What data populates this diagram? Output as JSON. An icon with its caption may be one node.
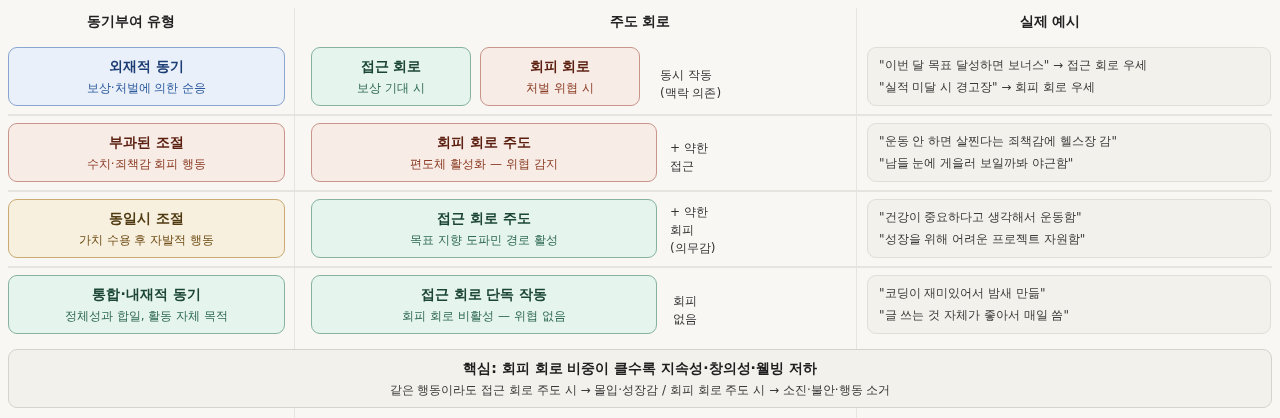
{
  "diagram": {
    "nodes": [
      {
        "text": [
          "외재적 동기",
          "보상·처벌에 의한 순응"
        ]
      },
      {
        "text": [
          "접근 회로",
          "보상 기대 시"
        ]
      },
      {
        "text": [
          "회피 회로",
          "처벌 위협 시"
        ],
        "beside": [
          "동시 작동 (맥락 의존)"
        ]
      },
      {
        "text": [
          "\"이번 달 목표 달성하면 보너스\" → 접근 회로 우세",
          "\"실적 미달 시 경고장\" → 회피 회로 우세"
        ]
      },
      {
        "text": [
          "부과된 조절",
          "수치·죄책감 회피 행동"
        ]
      },
      {
        "text": [
          "회피 회로 주도",
          "편도체 활성화 — 위협 감지"
        ],
        "beside": [
          "+ 약한 접근"
        ]
      },
      {
        "text": [
          "\"운동 안 하면 살찐다는 죄책감에 헬스장 감\"",
          "\"남들 눈에 게을러 보일까봐 야근함\""
        ]
      },
      {
        "text": [
          "동일시 조절",
          "가치 수용 후 자발적 행동"
        ]
      },
      {
        "text": [
          "접근 회로 주도",
          "목표 지향 도파민 경로 활성"
        ],
        "beside": [
          "+ 약한 회피 (의무감)"
        ]
      },
      {
        "text": [
          "\"건강이 중요하다고 생각해서 운동함\"",
          "\"성장을 위해 어려운 프로젝트 자원함\""
        ]
      },
      {
        "text": [
          "통합·내재적 동기",
          "정체성과 합일, 활동 자체 목적"
        ]
      },
      {
        "text": [
          "접근 회로 단독 작동",
          "회피 회로 비활성 — 위협 없음"
        ],
        "beside": [
          "회피 없음"
        ]
      },
      {
        "text": [
          "\"코딩이 재미있어서 밤새 만듦\"",
          "\"글 쓰는 것 자체가 좋아서 매일 씀\""
        ]
      },
      {
        "text": [
          "핵심: 회피 회로 비중이 클수록 지속성·창의성·웰빙 저하",
          "같은 행동이라도 접근 회로 주도 시 → 몰입·성장감 / 회피 회로 주도 시 → 소진·불안·행동 소거"
        ]
      }
    ],
    "labels": [
      "동기부여 유형",
      "주도 회로",
      "실제 예시"
    ]
  }
}
